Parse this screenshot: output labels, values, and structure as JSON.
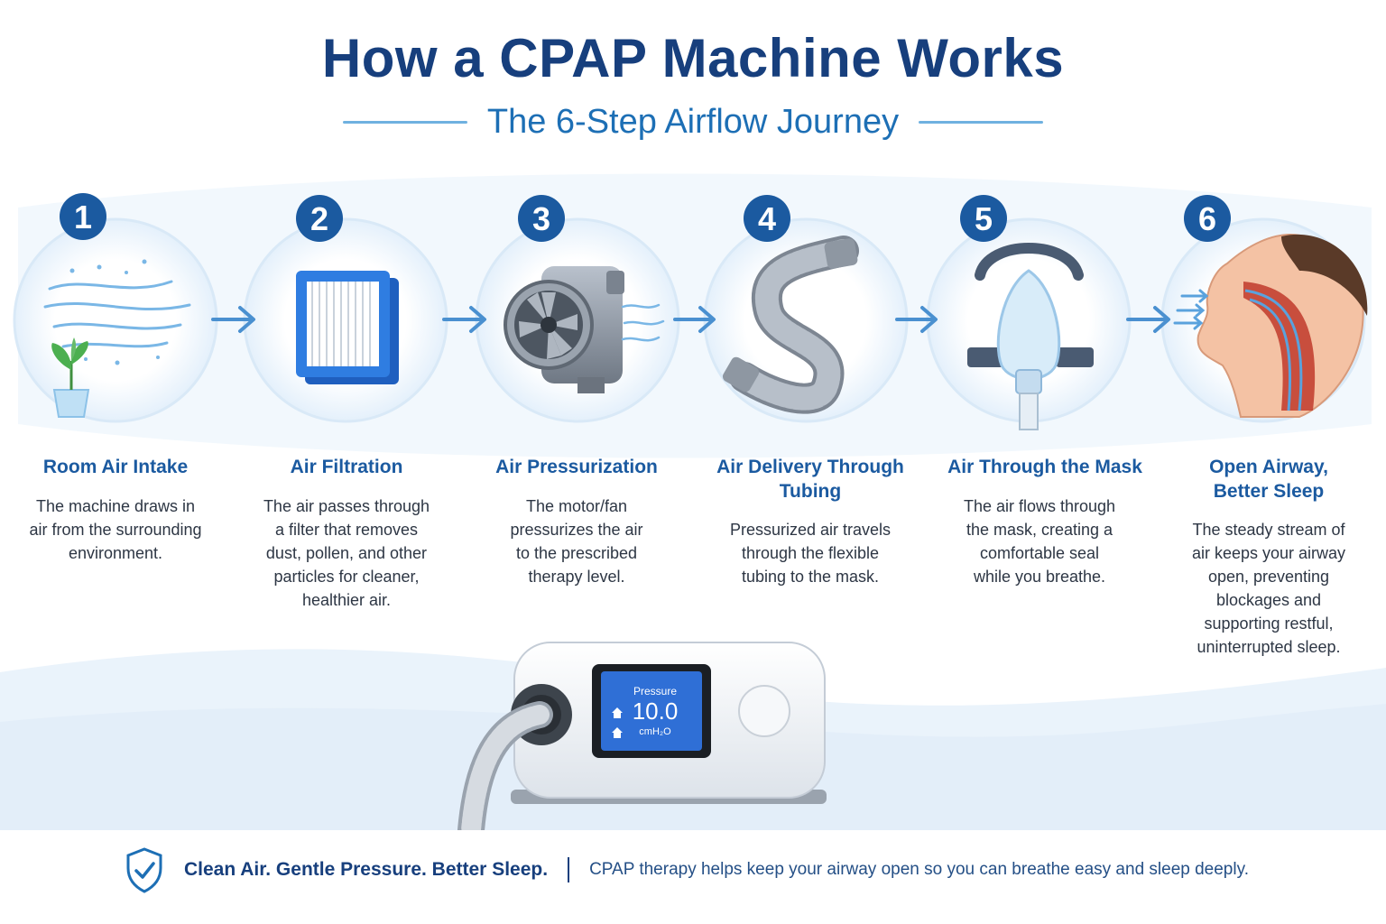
{
  "header": {
    "title": "How a CPAP Machine Works",
    "subtitle": "The 6-Step Airflow Journey"
  },
  "steps": [
    {
      "number": "1",
      "title_lines": [
        "Room Air Intake"
      ],
      "desc_lines": [
        "The machine draws in",
        "air from the surrounding",
        "environment."
      ]
    },
    {
      "number": "2",
      "title_lines": [
        "Air Filtration"
      ],
      "desc_lines": [
        "The air passes through",
        "a filter that removes",
        "dust, pollen, and other",
        "particles for cleaner,",
        "healthier air."
      ]
    },
    {
      "number": "3",
      "title_lines": [
        "Air Pressurization"
      ],
      "desc_lines": [
        "The motor/fan",
        "pressurizes the air",
        "to the prescribed",
        "therapy level."
      ]
    },
    {
      "number": "4",
      "title_lines": [
        "Air Delivery Through",
        "Tubing"
      ],
      "desc_lines": [
        "Pressurized air travels",
        "through the flexible",
        "tubing to the mask."
      ]
    },
    {
      "number": "5",
      "title_lines": [
        "Air Through the Mask"
      ],
      "desc_lines": [
        "The air flows through",
        "the mask, creating a",
        "comfortable seal",
        "while you breathe."
      ]
    },
    {
      "number": "6",
      "title_lines": [
        "Open Airway,",
        "Better Sleep"
      ],
      "desc_lines": [
        "The steady stream of",
        "air keeps your airway",
        "open, preventing",
        "blockages and",
        "supporting restful,",
        "uninterrupted sleep."
      ]
    }
  ],
  "device": {
    "screen_label": "Pressure",
    "screen_value": "10.0",
    "screen_unit": "cmH₂O"
  },
  "footer": {
    "tagline": "Clean Air. Gentle Pressure. Better Sleep.",
    "text": "CPAP therapy helps keep your airway open so you can breathe easy and sleep deeply."
  },
  "colors": {
    "title": "#173f7d",
    "accent": "#1d6fb5",
    "badge": "#1b5aa0",
    "light_blue": "#6fb1e0"
  }
}
